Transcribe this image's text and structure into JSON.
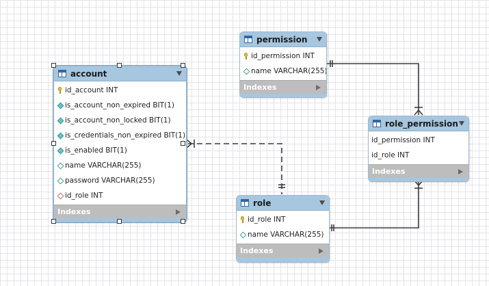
{
  "tables": {
    "account": {
      "name": "account",
      "columns": [
        {
          "label": "id_account INT",
          "icon": "primary-key-icon"
        },
        {
          "label": "is_account_non_expired BIT(1)",
          "icon": "not-null-column-icon"
        },
        {
          "label": "is_account_non_locked BIT(1)",
          "icon": "not-null-column-icon"
        },
        {
          "label": "is_credentials_non_expired BIT(1)",
          "icon": "not-null-column-icon"
        },
        {
          "label": "is_enabled BIT(1)",
          "icon": "not-null-column-icon"
        },
        {
          "label": "name VARCHAR(255)",
          "icon": "nullable-column-icon"
        },
        {
          "label": "password VARCHAR(255)",
          "icon": "nullable-column-icon"
        },
        {
          "label": "id_role INT",
          "icon": "foreign-key-column-icon"
        }
      ],
      "indexes_label": "Indexes"
    },
    "permission": {
      "name": "permission",
      "columns": [
        {
          "label": "id_permission INT",
          "icon": "primary-key-icon"
        },
        {
          "label": "name VARCHAR(255)",
          "icon": "nullable-column-icon"
        }
      ],
      "indexes_label": "Indexes"
    },
    "role_permission": {
      "name": "role_permission",
      "columns": [
        {
          "label": "id_permission INT",
          "icon": "none"
        },
        {
          "label": "id_role INT",
          "icon": "none"
        }
      ],
      "indexes_label": "Indexes"
    },
    "role": {
      "name": "role",
      "columns": [
        {
          "label": "id_role INT",
          "icon": "primary-key-icon"
        },
        {
          "label": "name VARCHAR(255)",
          "icon": "nullable-column-icon"
        }
      ],
      "indexes_label": "Indexes"
    }
  },
  "colors": {
    "header": "#a7c6df",
    "indexes_bar": "#bdbdbd",
    "relationship_line": "#3c3c3c"
  }
}
